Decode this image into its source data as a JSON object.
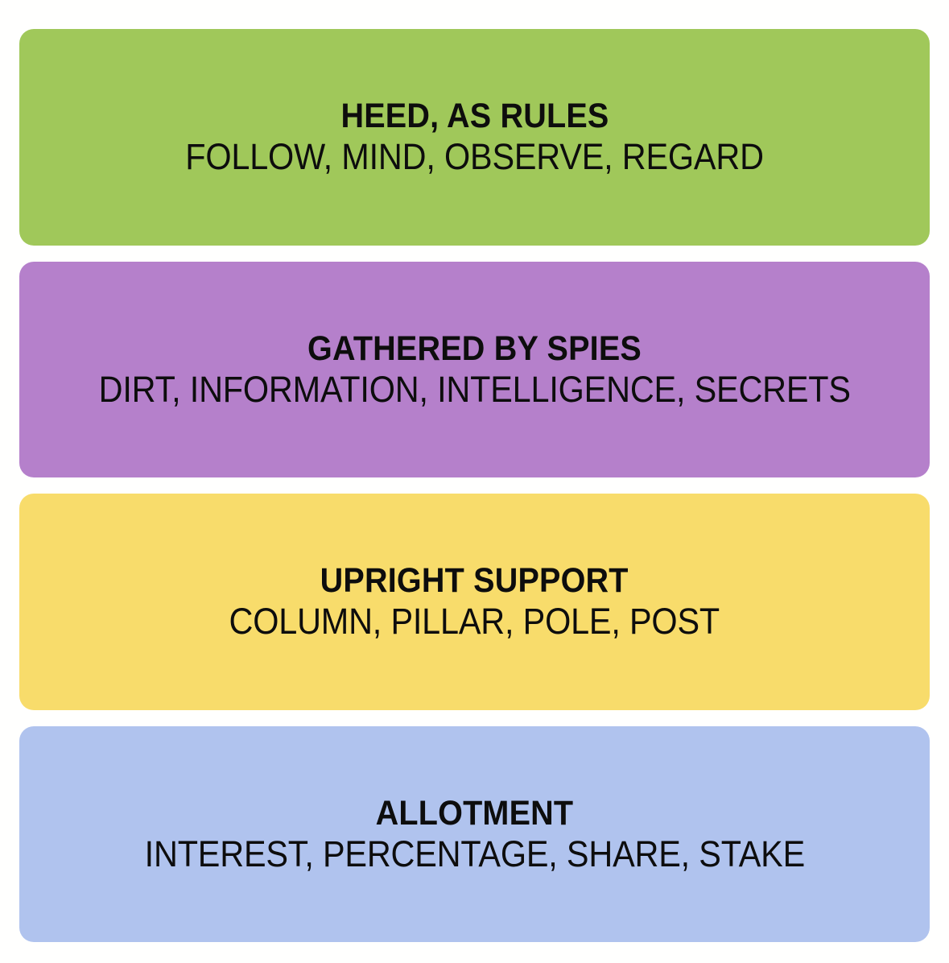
{
  "board": {
    "background_color": "#fffffe",
    "text_color": "#0d0d0d",
    "groups": [
      {
        "title": "HEED, AS RULES",
        "members_text": "FOLLOW, MIND, OBSERVE, REGARD",
        "members": [
          "FOLLOW",
          "MIND",
          "OBSERVE",
          "REGARD"
        ],
        "color": "#a0c85a",
        "difficulty": "green"
      },
      {
        "title": "GATHERED BY SPIES",
        "members_text": "DIRT, INFORMATION, INTELLIGENCE, SECRETS",
        "members": [
          "DIRT",
          "INFORMATION",
          "INTELLIGENCE",
          "SECRETS"
        ],
        "color": "#b580cb",
        "difficulty": "purple"
      },
      {
        "title": "UPRIGHT SUPPORT",
        "members_text": "COLUMN, PILLAR, POLE, POST",
        "members": [
          "COLUMN",
          "PILLAR",
          "POLE",
          "POST"
        ],
        "color": "#f8dc6b",
        "difficulty": "yellow"
      },
      {
        "title": "ALLOTMENT",
        "members_text": "INTEREST, PERCENTAGE, SHARE, STAKE",
        "members": [
          "INTEREST",
          "PERCENTAGE",
          "SHARE",
          "STAKE"
        ],
        "color": "#b0c3ee",
        "difficulty": "blue"
      }
    ]
  }
}
